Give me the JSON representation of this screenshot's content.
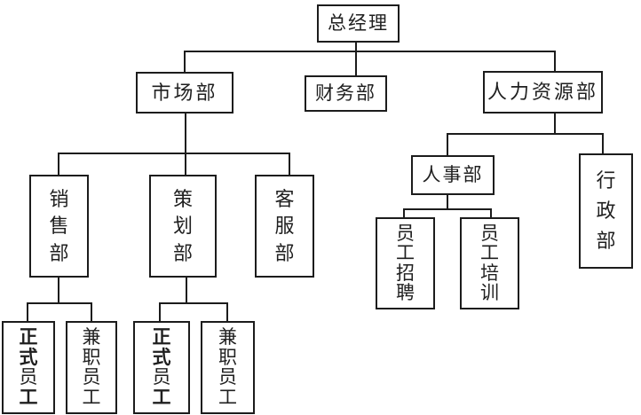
{
  "colors": {
    "background": "#ffffff",
    "line": "#1c1c1c",
    "text": "#1f1f1f"
  },
  "chart_title": "",
  "tree": {
    "label": "总经理",
    "children": [
      {
        "label": "市场部",
        "children": [
          {
            "label": "销售部",
            "children": [
              {
                "label": "正式员工",
                "parts": [
                  {
                    "text": "正式",
                    "bold": true
                  },
                  {
                    "text": "员",
                    "bold": false
                  },
                  {
                    "text": "工",
                    "bold": true
                  }
                ]
              },
              {
                "label": "兼职员工"
              }
            ]
          },
          {
            "label": "策划部",
            "children": [
              {
                "label": "正式员工",
                "parts": [
                  {
                    "text": "正式",
                    "bold": true
                  },
                  {
                    "text": "员",
                    "bold": false
                  },
                  {
                    "text": "工",
                    "bold": true
                  }
                ]
              },
              {
                "label": "兼职员工"
              }
            ]
          },
          {
            "label": "客服部"
          }
        ]
      },
      {
        "label": "财务部"
      },
      {
        "label": "人力资源部",
        "children": [
          {
            "label": "人事部",
            "children": [
              {
                "label": "员工招聘"
              },
              {
                "label": "员工培训"
              }
            ]
          },
          {
            "label": "行政部"
          }
        ]
      }
    ]
  }
}
